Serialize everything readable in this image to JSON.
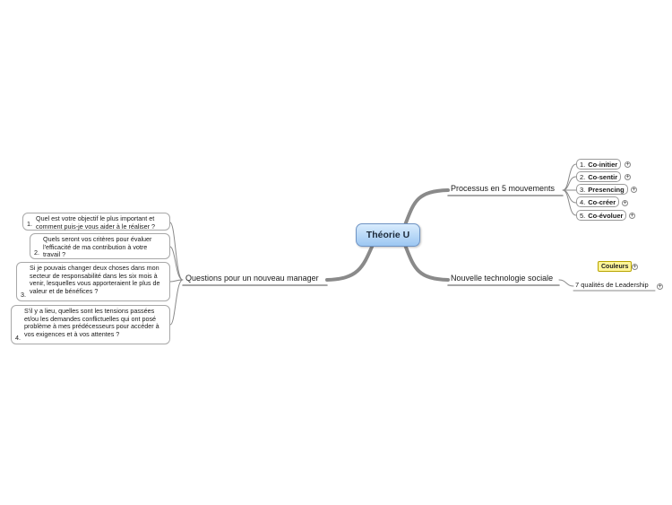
{
  "central": {
    "label": "Théorie U"
  },
  "branches": [
    {
      "label": "Processus en 5 mouvements",
      "children": [
        {
          "num": "1.",
          "label": "Co-initier"
        },
        {
          "num": "2.",
          "label": "Co-sentir"
        },
        {
          "num": "3.",
          "label": "Presencing"
        },
        {
          "num": "4.",
          "label": "Co-créer"
        },
        {
          "num": "5.",
          "label": "Co-évoluer"
        }
      ]
    },
    {
      "label": "Nouvelle technologie sociale",
      "children": [
        {
          "label": "7 qualités de Leadership",
          "callout": "Couleurs"
        }
      ]
    },
    {
      "label": "Questions pour un nouveau manager",
      "children": [
        {
          "num": "1.",
          "label": "Quel est votre objectif le plus important et comment puis-je vous aider à le réaliser ?"
        },
        {
          "num": "2.",
          "label": "Quels seront vos critères pour évaluer l'efficacité de ma contribution à votre travail ?"
        },
        {
          "num": "3.",
          "label": "Si je pouvais changer deux choses dans mon secteur de responsabilité dans les six mois à venir, lesquelles vous apporteraient le plus de valeur et de bénéfices ?"
        },
        {
          "num": "4.",
          "label": "S'il y a lieu, quelles sont les tensions passées et/ou les demandes conflictuelles qui ont posé problème à mes prédécesseurs pour accéder à vos exigences et à vos attentes ?"
        }
      ]
    }
  ],
  "expand_symbol": "+",
  "colors": {
    "central_border": "#6f94c4",
    "connector": "#8a8a8a",
    "callout_bg": "#fff59a"
  }
}
